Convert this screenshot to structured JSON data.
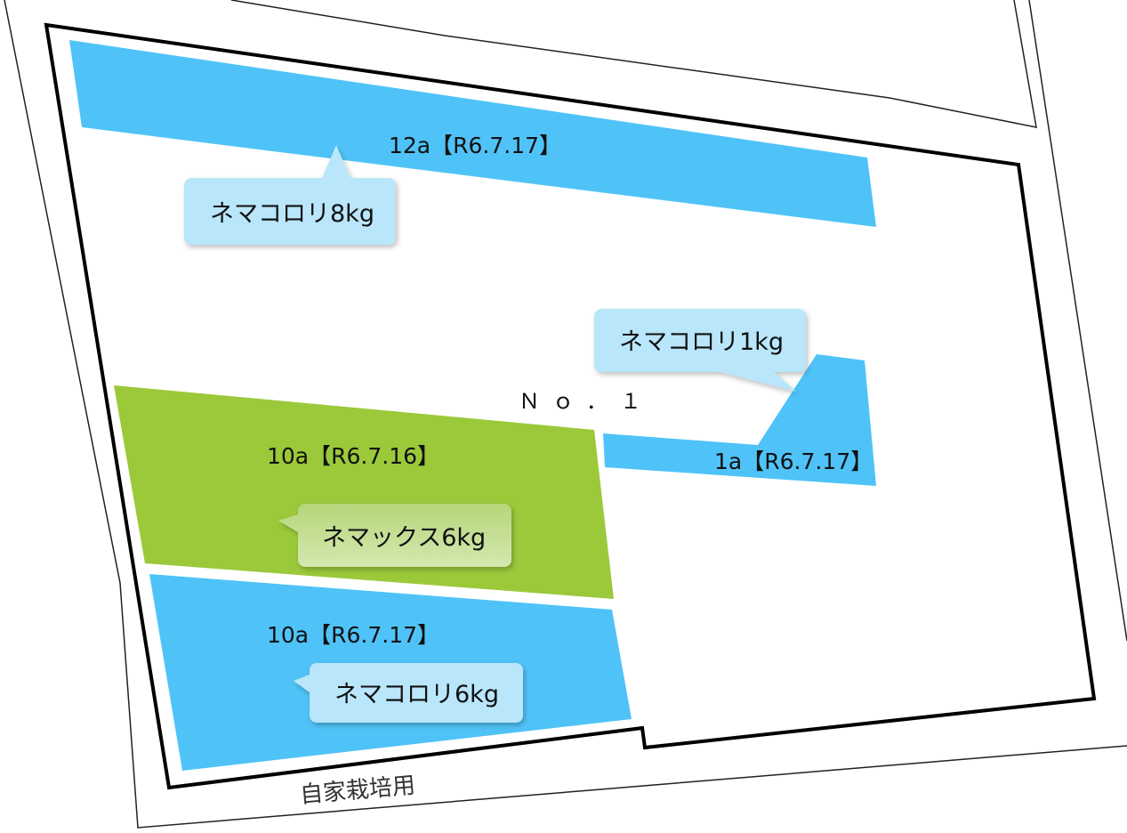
{
  "map": {
    "field_id": "Ｎｏ．１",
    "footer_note": "自家栽培用",
    "plots": [
      {
        "label": "12a【R6.7.17】",
        "callout": "ネマコロリ8kg",
        "color": "#4fc3f7"
      },
      {
        "label": "1a【R6.7.17】",
        "callout": "ネマコロリ1kg",
        "color": "#4fc3f7"
      },
      {
        "label": "10a【R6.7.16】",
        "callout": "ネマックス6kg",
        "color": "#9bc93a"
      },
      {
        "label": "10a【R6.7.17】",
        "callout": "ネマコロリ6kg",
        "color": "#4fc3f7"
      }
    ]
  }
}
